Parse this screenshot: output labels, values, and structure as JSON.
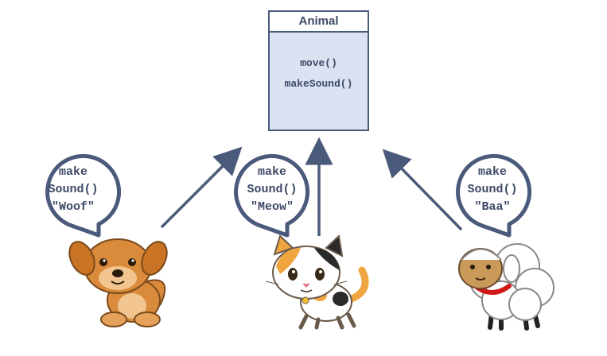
{
  "class_box": {
    "name": "Animal",
    "methods": [
      "move()",
      "makeSound()"
    ]
  },
  "animals": [
    {
      "name": "dog",
      "bubble": [
        "make",
        "Sound()",
        "\"Woof\""
      ]
    },
    {
      "name": "cat",
      "bubble": [
        "make",
        "Sound()",
        "\"Meow\""
      ]
    },
    {
      "name": "sheep",
      "bubble": [
        "make",
        "Sound()",
        "\"Baa\""
      ]
    }
  ],
  "colors": {
    "outline": "#4a5a7a",
    "box_fill": "#dbe3f3",
    "text": "#3d4a66",
    "dog": "#d98a3a",
    "cat_orange": "#f0a640",
    "sheep_face": "#c99a5a"
  }
}
